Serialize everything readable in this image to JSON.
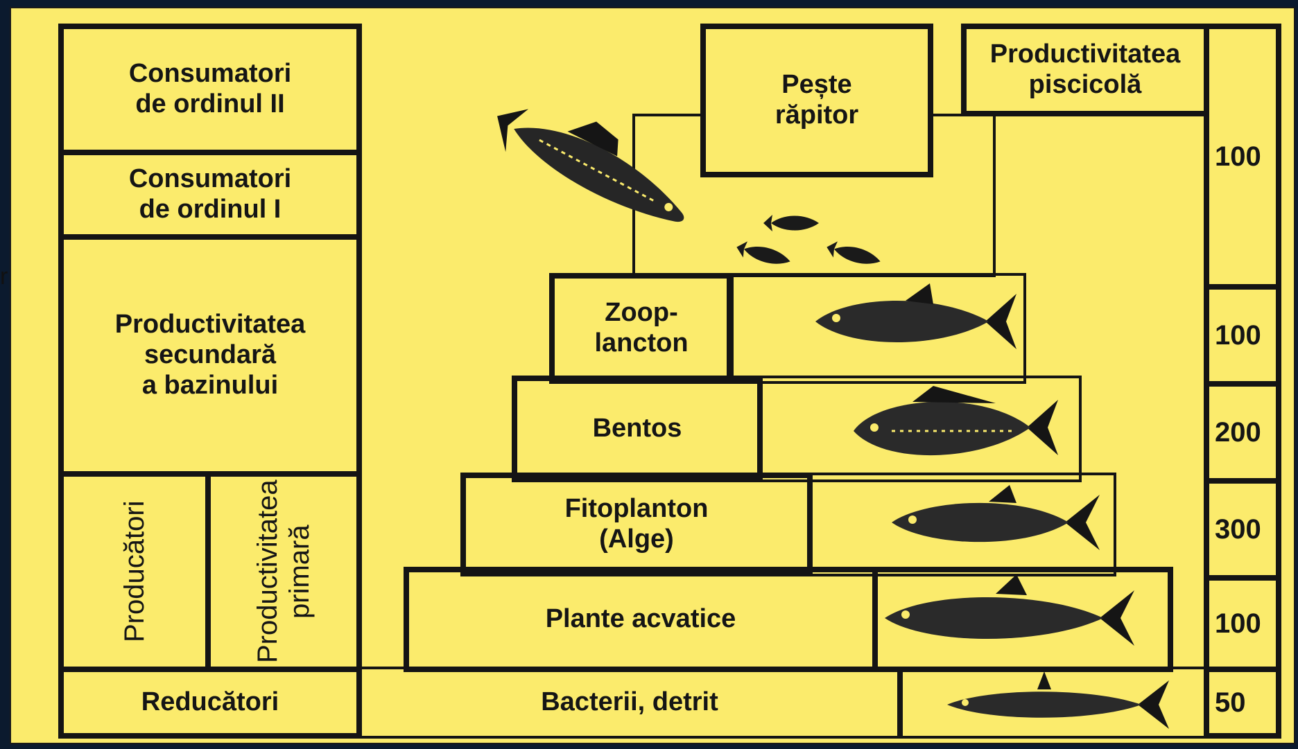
{
  "stray_char": "r",
  "colors": {
    "panel": "#fbeb6c",
    "ink": "#141414",
    "backdrop": "#0b1a2e"
  },
  "left_column": {
    "consumers_2": "Consumatori\nde ordinul II",
    "consumers_1": "Consumatori\nde ordinul I",
    "secondary_productivity": "Productivitatea\nsecundară\na bazinului",
    "producers": "Producători",
    "primary_productivity": "Productivitatea\nprimară",
    "reducers": "Reducători"
  },
  "pyramid": {
    "predator_fish": "Pește\nrăpitor",
    "zooplankton": "Zoop-\nlancton",
    "benthos": "Bentos",
    "phytoplankton": "Fitoplanton\n(Alge)",
    "aquatic_plants": "Plante acvatice",
    "bacteria": "Bacterii, detrit"
  },
  "right_column": {
    "header": "Productivitatea\npiscicolă",
    "values": [
      "100",
      "100",
      "200",
      "300",
      "100",
      "50"
    ]
  },
  "icons": [
    "predator-fish-icon",
    "small-fish-icon",
    "zooplankton-fish-icon",
    "carp-icon",
    "phyto-fish-icon",
    "plant-fish-icon",
    "detritus-fish-icon"
  ]
}
